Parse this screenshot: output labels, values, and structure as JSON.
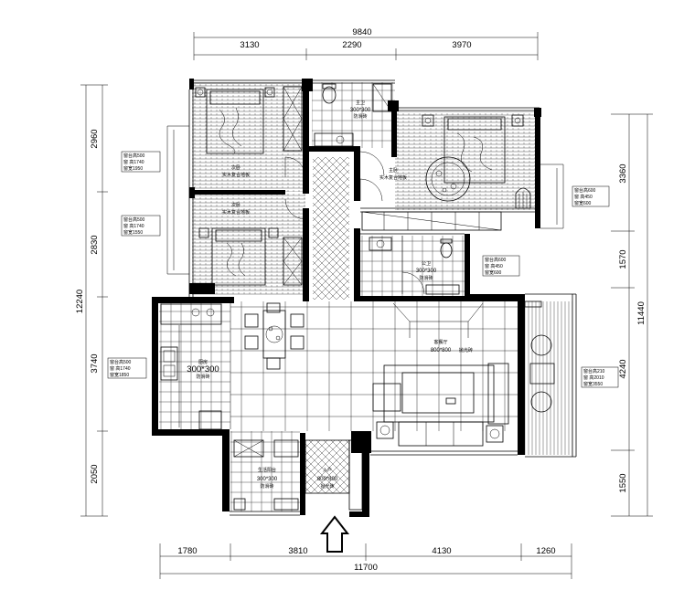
{
  "dimensions": {
    "top_total": "9840",
    "top_segments": [
      "3130",
      "2290",
      "3970"
    ],
    "bottom_total": "11700",
    "bottom_segments": [
      "1780",
      "3810",
      "4130",
      "1260"
    ],
    "left_total": "12240",
    "left_segments": [
      "2960",
      "2830",
      "3740",
      "2050"
    ],
    "right_total": "11440",
    "right_segments": [
      "3360",
      "1570",
      "4240",
      "1550"
    ]
  },
  "rooms": {
    "bedroom_1": {
      "name": "次卧",
      "floor": "实木复合地板"
    },
    "bedroom_2": {
      "name": "次卧",
      "floor": "实木复合地板"
    },
    "master_bedroom": {
      "name": "主卧",
      "floor": "实木复合地板"
    },
    "master_bath": {
      "name": "主卫",
      "size": "300*300",
      "floor": "防滑砖"
    },
    "bathroom": {
      "name": "公卫",
      "size": "300*300",
      "floor": "防滑砖"
    },
    "kitchen": {
      "name": "厨房",
      "size": "300*300",
      "floor": "防滑砖"
    },
    "living": {
      "name": "客餐厅",
      "size": "800*800",
      "floor": "抛光砖"
    },
    "balcony": {
      "name": "生活阳台",
      "size": "300*300",
      "floor": "防滑砖"
    },
    "entry": {
      "name": "入户",
      "size": "800*800",
      "floor": "抛光砖"
    }
  },
  "window_notes": [
    {
      "lines": [
        "窗台高500",
        "窗 高1740",
        "窗宽1950"
      ]
    },
    {
      "lines": [
        "窗台高500",
        "窗 高1740",
        "窗宽1550"
      ]
    },
    {
      "lines": [
        "窗台高500",
        "窗 高1740",
        "窗宽1850"
      ]
    },
    {
      "lines": [
        "窗台高600",
        "窗 高450",
        "窗宽600"
      ]
    },
    {
      "lines": [
        "窗台高600",
        "窗 高450",
        "窗宽600"
      ]
    },
    {
      "lines": [
        "窗台高210",
        "窗 高2010",
        "窗宽3550"
      ]
    }
  ]
}
